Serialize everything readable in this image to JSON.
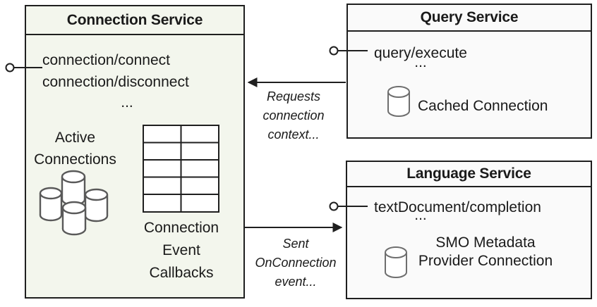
{
  "colors": {
    "connection_fill": "#f3f6ed",
    "service_fill": "#fafafa",
    "border": "#1f1f1f",
    "text": "#1a1a1a",
    "cluster_stroke": "#595959",
    "cylinder_stroke": "#6e6e6e"
  },
  "connection_service": {
    "title": "Connection Service",
    "method_1": "connection/connect",
    "method_2": "connection/disconnect",
    "ellipsis": "...",
    "active_label_1": "Active",
    "active_label_2": "Connections",
    "callbacks_label_1": "Connection",
    "callbacks_label_2": "Event",
    "callbacks_label_3": "Callbacks"
  },
  "query_service": {
    "title": "Query Service",
    "method_1": "query/execute",
    "ellipsis": "...",
    "cache_label": "Cached Connection"
  },
  "language_service": {
    "title": "Language Service",
    "method_1": "textDocument/completion",
    "ellipsis": "...",
    "smo_label_1": "SMO Metadata",
    "smo_label_2": "Provider Connection"
  },
  "annotations": {
    "requests_line_1": "Requests",
    "requests_line_2": "connection",
    "requests_line_3": "context...",
    "sent_line_1": "Sent",
    "sent_line_2": "OnConnection",
    "sent_line_3": "event..."
  },
  "icons": {
    "database_cluster": "database-cluster-icon",
    "database": "database-icon",
    "table": "table-grid-icon",
    "lollipop": "interface-lollipop-icon",
    "arrow": "arrow-connector"
  }
}
